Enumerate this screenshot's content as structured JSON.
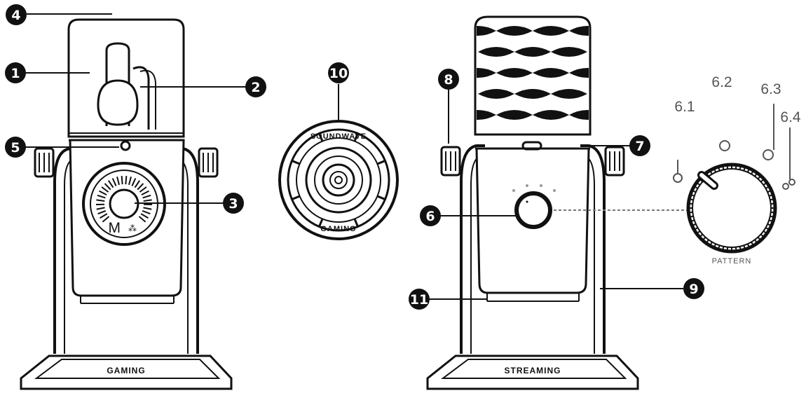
{
  "callouts": {
    "c1": "1",
    "c2": "2",
    "c3": "3",
    "c4": "4",
    "c5": "5",
    "c6": "6",
    "c7": "7",
    "c8": "8",
    "c9": "9",
    "c10": "10",
    "c11": "11"
  },
  "pattern_positions": {
    "p61": "6.1",
    "p62": "6.2",
    "p63": "6.3",
    "p64": "6.4"
  },
  "labels": {
    "gain_dial_mark": "M",
    "pattern_knob": "PATTERN",
    "front_base": "GAMING",
    "back_base": "STREAMING",
    "bottom_top": "SOUNDWAVE",
    "bottom_bottom": "GAMING"
  },
  "colors": {
    "ink": "#111111",
    "background": "#ffffff"
  }
}
